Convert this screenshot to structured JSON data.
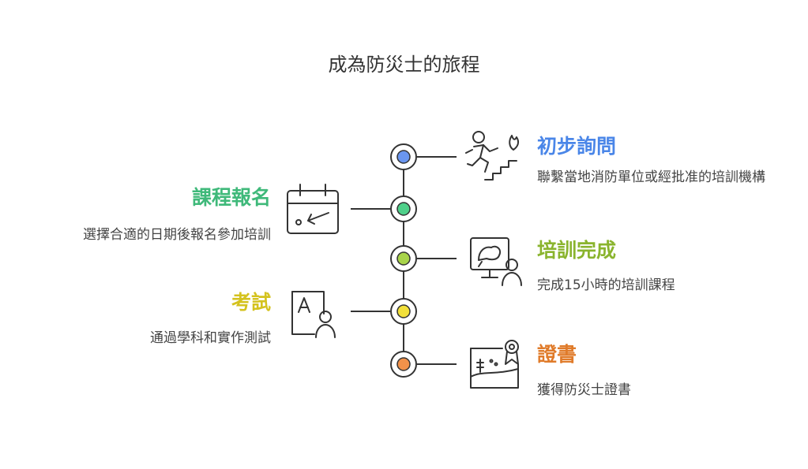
{
  "title": "成為防災士的旅程",
  "steps": [
    {
      "label": "初步詢問",
      "desc": "聯繫當地消防單位或經批准的培訓機構",
      "color": "#4a86e8",
      "dot": "#6a96f0",
      "side": "right",
      "icon": "runner-fire-icon"
    },
    {
      "label": "課程報名",
      "desc": "選擇合適的日期後報名參加培訓",
      "color": "#3fb97a",
      "dot": "#4fd08a",
      "side": "left",
      "icon": "calendar-icon"
    },
    {
      "label": "培訓完成",
      "desc": "完成15小時的培訓課程",
      "color": "#8ab42e",
      "dot": "#a8d44a",
      "side": "right",
      "icon": "presentation-icon"
    },
    {
      "label": "考試",
      "desc": "通過學科和實作測試",
      "color": "#d4c21e",
      "dot": "#f2e03a",
      "side": "left",
      "icon": "exam-icon"
    },
    {
      "label": "證書",
      "desc": "獲得防災士證書",
      "color": "#e07b2a",
      "dot": "#f2924a",
      "side": "right",
      "icon": "certificate-icon"
    }
  ]
}
